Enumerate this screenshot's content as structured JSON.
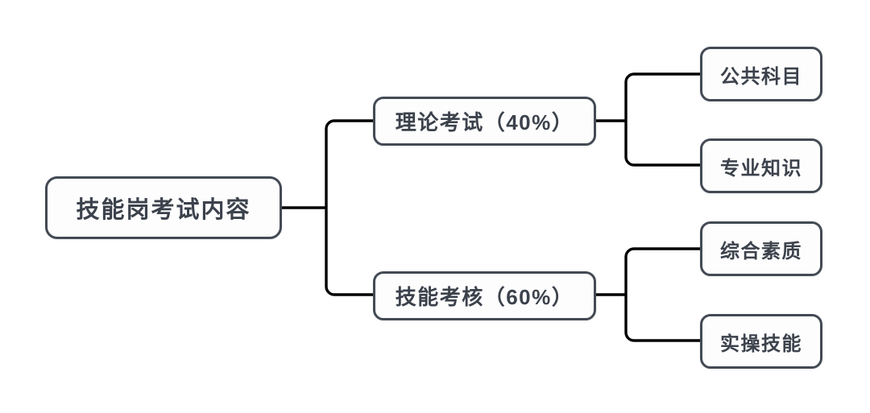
{
  "diagram": {
    "type": "tree-mindmap",
    "orientation": "left-to-right",
    "background_color": "#ffffff",
    "node_border_color": "#434a54",
    "node_fill_color": "#fdfdfd",
    "node_text_color": "#3c424c",
    "connector_color": "#000000",
    "root": {
      "label": "技能岗考试内容"
    },
    "branches": [
      {
        "label": "理论考试（40%）",
        "weight_percent": 40,
        "children": [
          {
            "label": "公共科目"
          },
          {
            "label": "专业知识"
          }
        ]
      },
      {
        "label": "技能考核（60%）",
        "weight_percent": 60,
        "children": [
          {
            "label": "综合素质"
          },
          {
            "label": "实操技能"
          }
        ]
      }
    ]
  }
}
